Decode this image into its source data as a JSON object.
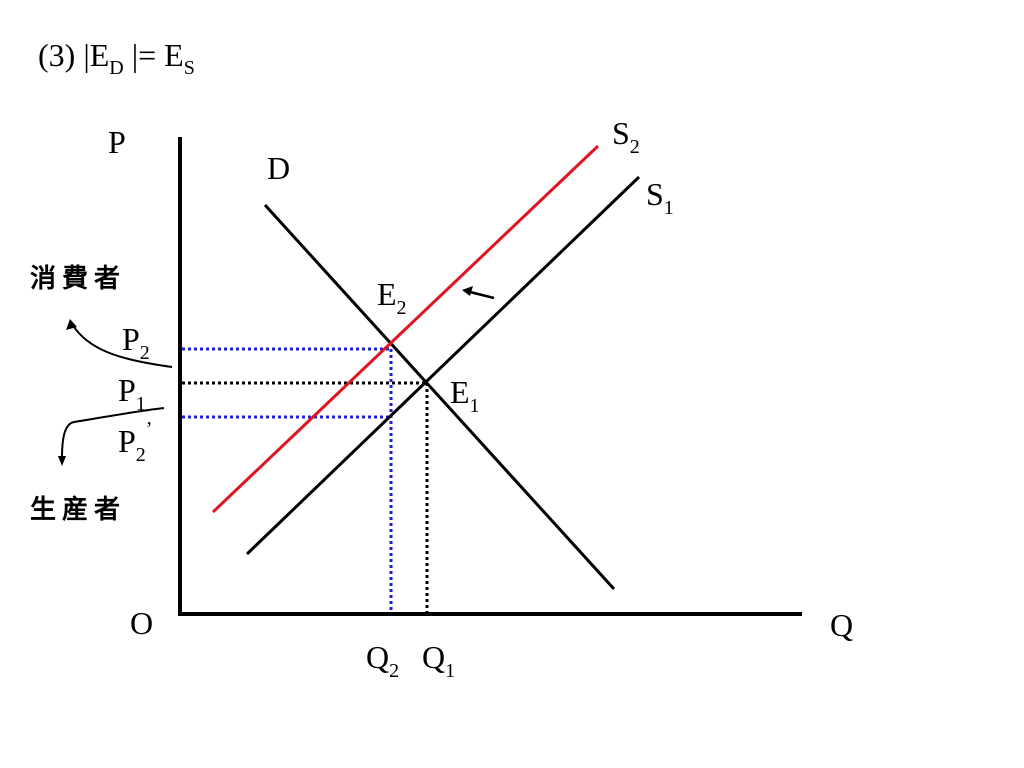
{
  "title": {
    "prefix": "(3) |E",
    "sub_d": "D",
    "middle": " |= E",
    "sub_s": "S"
  },
  "axes": {
    "price_label": "P",
    "quantity_label": "Q",
    "origin_label": "O"
  },
  "curves": {
    "demand_label": "D",
    "supply_new": {
      "base": "S",
      "sub": "2"
    },
    "supply_old": {
      "base": "S",
      "sub": "1"
    }
  },
  "equilibria": {
    "new": {
      "base": "E",
      "sub": "2"
    },
    "old": {
      "base": "E",
      "sub": "1"
    }
  },
  "prices": {
    "p2": {
      "base": "P",
      "sub": "2"
    },
    "p1": {
      "base": "P",
      "sub": "1"
    },
    "p2_prime": {
      "base": "P",
      "sub": "2",
      "prime": "’"
    }
  },
  "quantities": {
    "q2": {
      "base": "Q",
      "sub": "2"
    },
    "q1": {
      "base": "Q",
      "sub": "1"
    }
  },
  "side_labels": {
    "consumer": "消費者",
    "producer": "生産者"
  },
  "colors": {
    "axis": "#000000",
    "demand": "#000000",
    "supply_old": "#000000",
    "supply_new": "#e0141e",
    "guide_black": "#000000",
    "guide_blue": "#1f1fd6"
  }
}
